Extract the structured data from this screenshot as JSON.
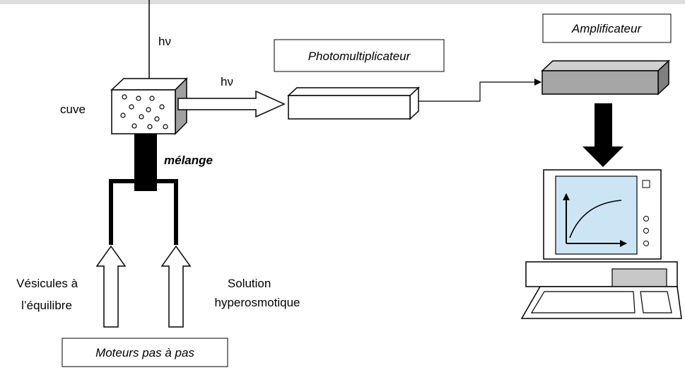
{
  "labels": {
    "hv_top": "hν",
    "hv_side": "hν",
    "cuve": "cuve",
    "melange": "mélange",
    "photomultiplicateur": "Photomultiplicateur",
    "amplificateur": "Amplificateur",
    "vesicules_line1": "Vésicules à",
    "vesicules_line2": "l’équilibre",
    "solution_line1": "Solution",
    "solution_line2": "hyperosmotique",
    "moteurs": "Moteurs pas à pas"
  },
  "colors": {
    "stroke": "#000000",
    "screen": "#cce5f5",
    "amplifier_front": "#a6a6a6",
    "amplifier_top": "#d0d0d0",
    "amplifier_side": "#7f7f7f",
    "cuvette_side": "#a0a0a0",
    "mixer": "#000000",
    "topbar": "#dcdcdc"
  }
}
